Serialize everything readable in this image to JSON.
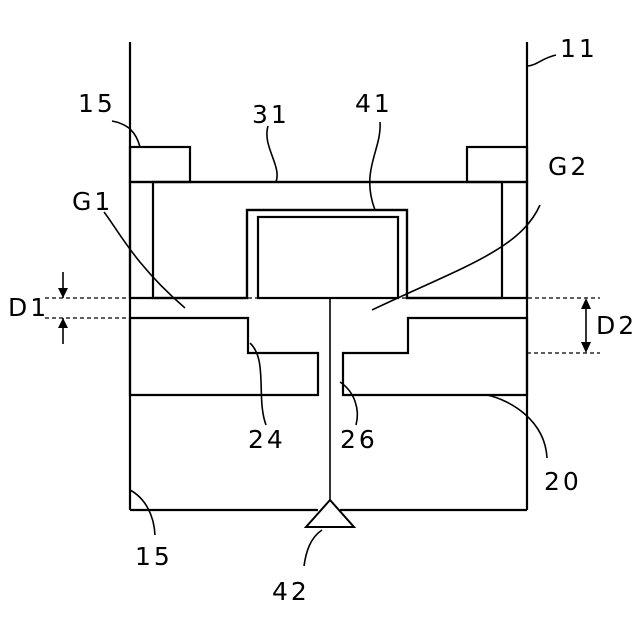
{
  "labels": {
    "ref_11": "11",
    "ref_15_top": "15",
    "ref_15_bottom": "15",
    "ref_31": "31",
    "ref_41": "41",
    "ref_g1": "G1",
    "ref_g2": "G2",
    "ref_d1": "D1",
    "ref_d2": "D2",
    "ref_24": "24",
    "ref_26": "26",
    "ref_20": "20",
    "ref_42": "42"
  }
}
